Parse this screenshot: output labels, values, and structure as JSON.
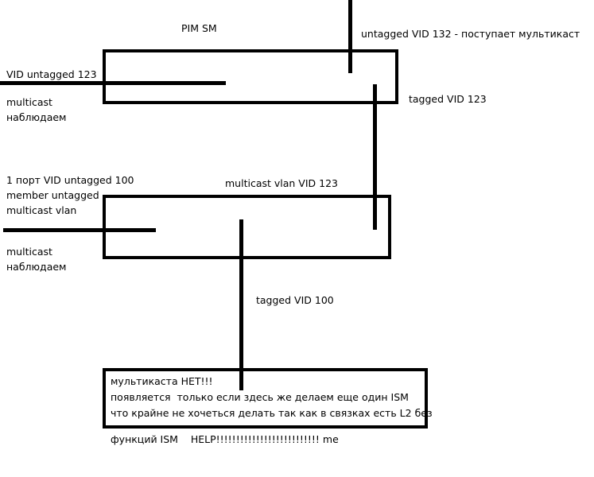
{
  "diagram": {
    "title": "Network multicast VLAN diagram",
    "background_color": "#ffffff",
    "stroke_color": "#000000",
    "labels": {
      "pim_sm": "PIM SM",
      "untagged_vid_132": "untagged VID 132 - поступает мультикаст",
      "vid_untagged_123": "VID untagged 123",
      "multicast_nabludaem_top": "multicast\nнаблюдаем",
      "tagged_vid_123": "tagged VID 123",
      "port_vid_untagged_100": "1 порт VID untagged 100\nmember untagged\nmulticast vlan",
      "multicast_vlan_vid_123": "multicast vlan VID 123",
      "multicast_nabludaem_bottom": "multicast\nнаблюдаем",
      "tagged_vid_100": "tagged VID 100"
    },
    "bottom_box": {
      "line1": "мультикаста НЕТ!!!",
      "line2": "появляется  только если здесь же делаем еще один ISM",
      "line3": "что крайне не хочеться делать так как в связках есть L2 без"
    },
    "footer": "функций ISM    HELP!!!!!!!!!!!!!!!!!!!!!!!!!! me"
  }
}
